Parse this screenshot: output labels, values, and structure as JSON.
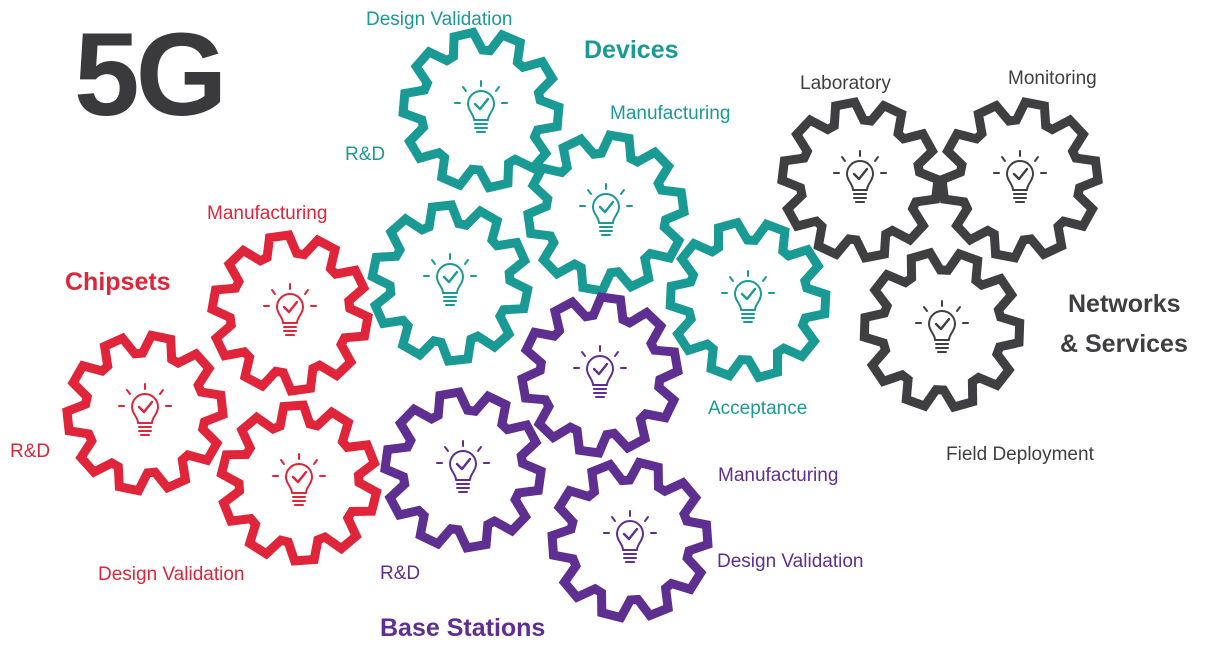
{
  "title": "5G",
  "colors": {
    "title": "#3a3a3c",
    "chipsets": "#e0243a",
    "devices": "#1a9a95",
    "base_stations": "#5e2e91",
    "networks": "#3f3f42"
  },
  "groups": {
    "chipsets": {
      "title": "Chipsets",
      "labels": {
        "manufacturing": "Manufacturing",
        "rnd": "R&D",
        "design_validation": "Design Validation"
      }
    },
    "devices": {
      "title": "Devices",
      "labels": {
        "design_validation": "Design Validation",
        "manufacturing": "Manufacturing",
        "rnd": "R&D",
        "acceptance": "Acceptance"
      }
    },
    "base_stations": {
      "title": "Base Stations",
      "labels": {
        "manufacturing": "Manufacturing",
        "design_validation": "Design Validation",
        "rnd": "R&D"
      }
    },
    "networks": {
      "title_line1": "Networks",
      "title_line2": "& Services",
      "labels": {
        "laboratory": "Laboratory",
        "monitoring": "Monitoring",
        "field_deployment": "Field Deployment"
      }
    }
  },
  "icons": {
    "gear": "gear-icon",
    "bulb": "lightbulb-check-icon"
  }
}
